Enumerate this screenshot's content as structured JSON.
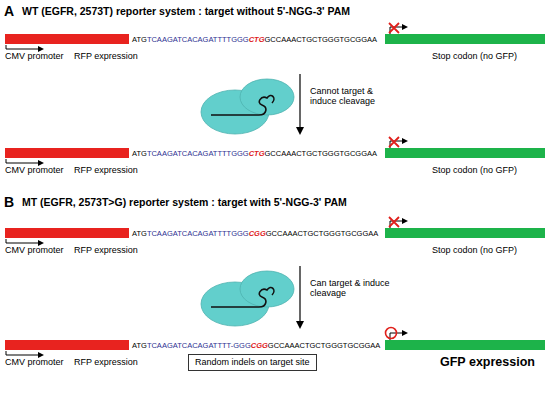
{
  "diagram": {
    "nodes": [
      {
        "text": [
          "Random indels on target site"
        ]
      }
    ],
    "labels": [
      "A",
      "WT (EGFR, 2573T) reporter system : target without 5'-NGG-3' PAM",
      "ATG",
      "TCAAGATCACAGATTTTGGG",
      "CTG",
      "GCCAAACTGCTGGGTGCGGAA",
      "Stop codon (no GFP)",
      "CMV promoter",
      "RFP expression",
      "Cannot target & induce cleavage",
      "ATG",
      "TCAAGATCACAGATTTTGGG",
      "CTG",
      "GCCAAACTGCTGGGTGCGGAA",
      "Stop codon (no GFP)",
      "CMV promoter",
      "RFP expression",
      "B",
      "MT (EGFR, 2573T>G) reporter system : target with 5'-NGG-3' PAM",
      "ATG",
      "TCAAGATCACAGATTTTGGG",
      "CGG",
      "GCCAAACTGCTGGGTGCGGAA",
      "Stop codon (no GFP)",
      "CMV promoter",
      "RFP expression",
      "Can target & induce cleavage",
      "ATG",
      "TCAAGATCACAGATTTT-GGG",
      "CGG",
      "GCCAAACTGCTGGGTGCGGAA",
      "GFP expression",
      "CMV promoter",
      "RFP expression"
    ]
  }
}
